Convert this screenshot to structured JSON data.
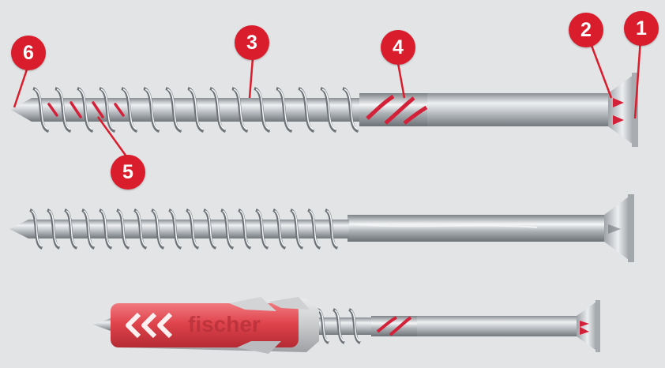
{
  "colors": {
    "background": "#e3e4e6",
    "callout": "#d91d2c",
    "steel_light": "#eef0f2",
    "steel_mid": "#b9bdc1",
    "steel_dark": "#7e8388",
    "red_accent": "#d4213a",
    "plug_red": "#e0444c",
    "plug_grey": "#c9cacc"
  },
  "callouts": [
    {
      "number": "1"
    },
    {
      "number": "2"
    },
    {
      "number": "3"
    },
    {
      "number": "4"
    },
    {
      "number": "5"
    },
    {
      "number": "6"
    }
  ],
  "plug": {
    "brand": "fischer"
  }
}
